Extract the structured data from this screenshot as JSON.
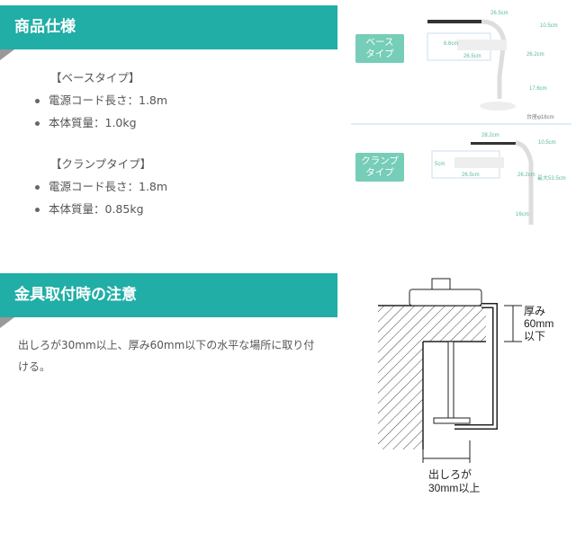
{
  "spec": {
    "title": "商品仕様",
    "base": {
      "heading": "【ベースタイプ】",
      "items": [
        "電源コード長さ：1.8m",
        "本体質量：1.0kg"
      ]
    },
    "clamp": {
      "heading": "【クランプタイプ】",
      "items": [
        "電源コード長さ：1.8m",
        "本体質量：0.85kg"
      ]
    }
  },
  "diagram": {
    "base_label": "ベース\nタイプ",
    "clamp_label": "クランプ\nタイプ",
    "base_dims": [
      "26.5cm",
      "10.5cm",
      "6.6cm",
      "26.5cm",
      "26.2cm",
      "17.6cm",
      "台座φ18cm"
    ],
    "clamp_dims": [
      "28.2cm",
      "10.5cm",
      "5cm",
      "26.5cm",
      "26.2cm",
      "最大53.5cm",
      "16cm"
    ]
  },
  "notice": {
    "title": "金具取付時の注意",
    "text": "出しろが30mm以上、厚み60mm以下の水平な場所に取り付ける。",
    "thickness_label": [
      "厚み",
      "60mm",
      "以下"
    ],
    "overhang_label": [
      "出しろが",
      "30mm以上"
    ]
  },
  "colors": {
    "accent": "#20aea6",
    "badge": "#76cdb8"
  }
}
